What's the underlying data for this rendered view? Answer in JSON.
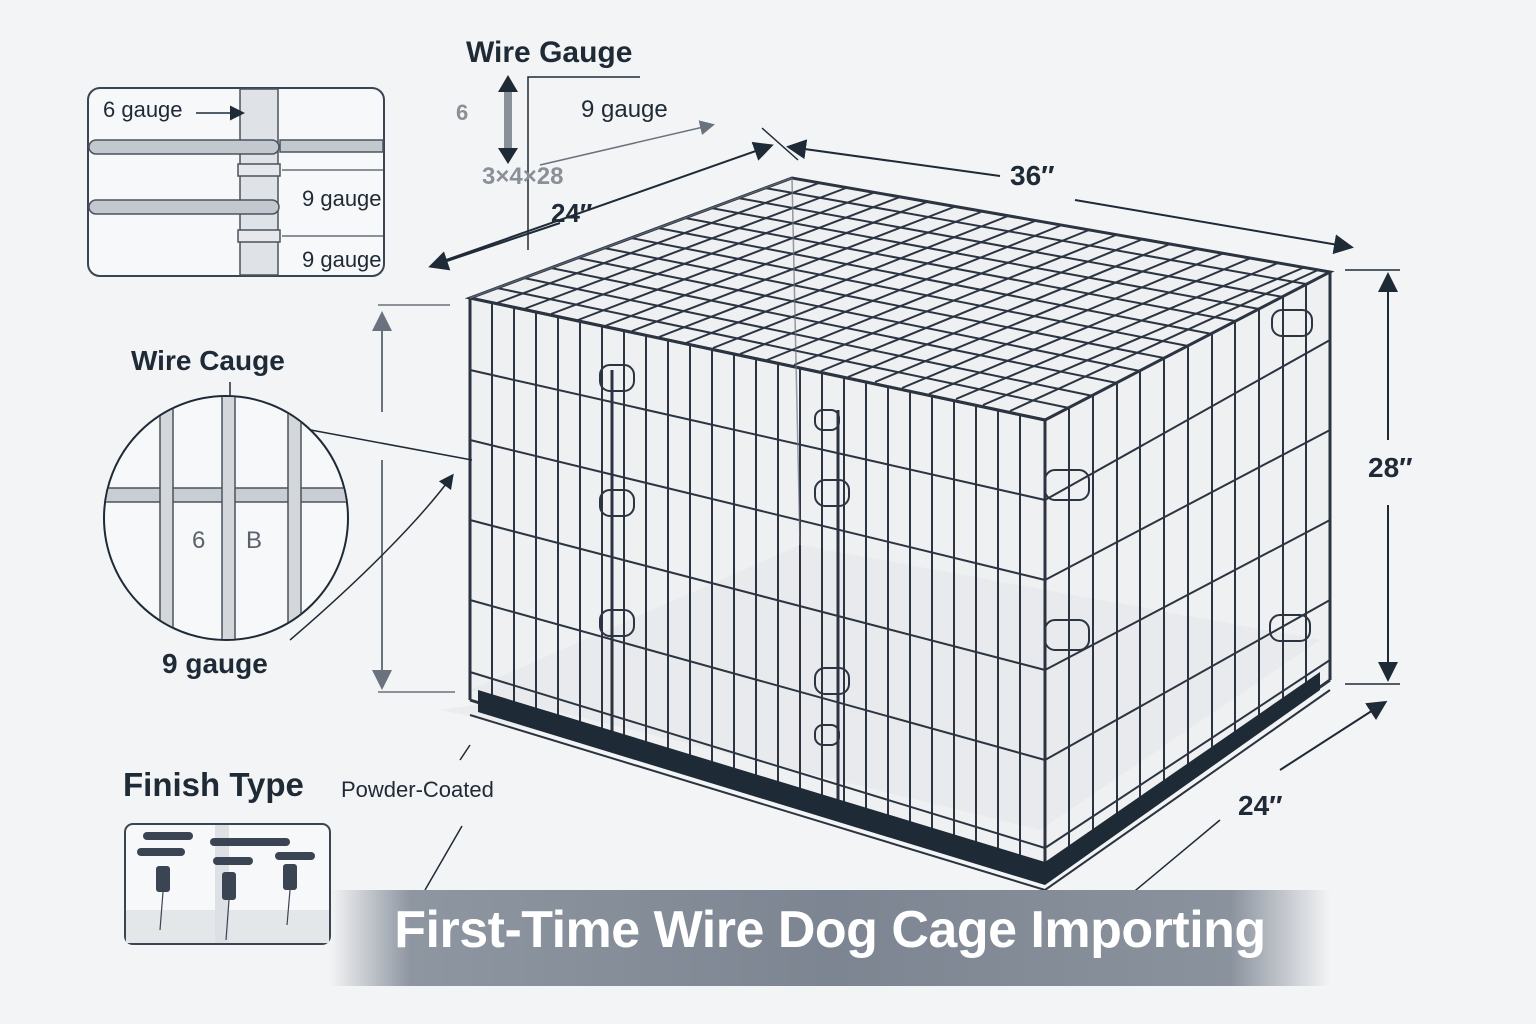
{
  "title": "First-Time Wire Dog Cage Importing",
  "colors": {
    "ink": "#1f2a37",
    "muted": "#8a9098",
    "banner": "#7c8591",
    "background": "#f3f4f5"
  },
  "dimensions": {
    "width_top": "36″",
    "depth_top": "24″",
    "height": "28″",
    "depth_bottom": "24″",
    "size_code": "3×4×28"
  },
  "wire_gauge_header": {
    "title": "Wire Gauge",
    "left_value": "6",
    "right_label": "9 gauge"
  },
  "top_left_inset": {
    "labels": [
      "6 gauge",
      "9 gauge",
      "9 gauge"
    ]
  },
  "circle_inset": {
    "title": "Wire Cauge",
    "inner_labels": [
      "6",
      "B"
    ],
    "bottom_label": "9 gauge"
  },
  "finish": {
    "title": "Finish Type",
    "value": "Powder-Coated"
  }
}
